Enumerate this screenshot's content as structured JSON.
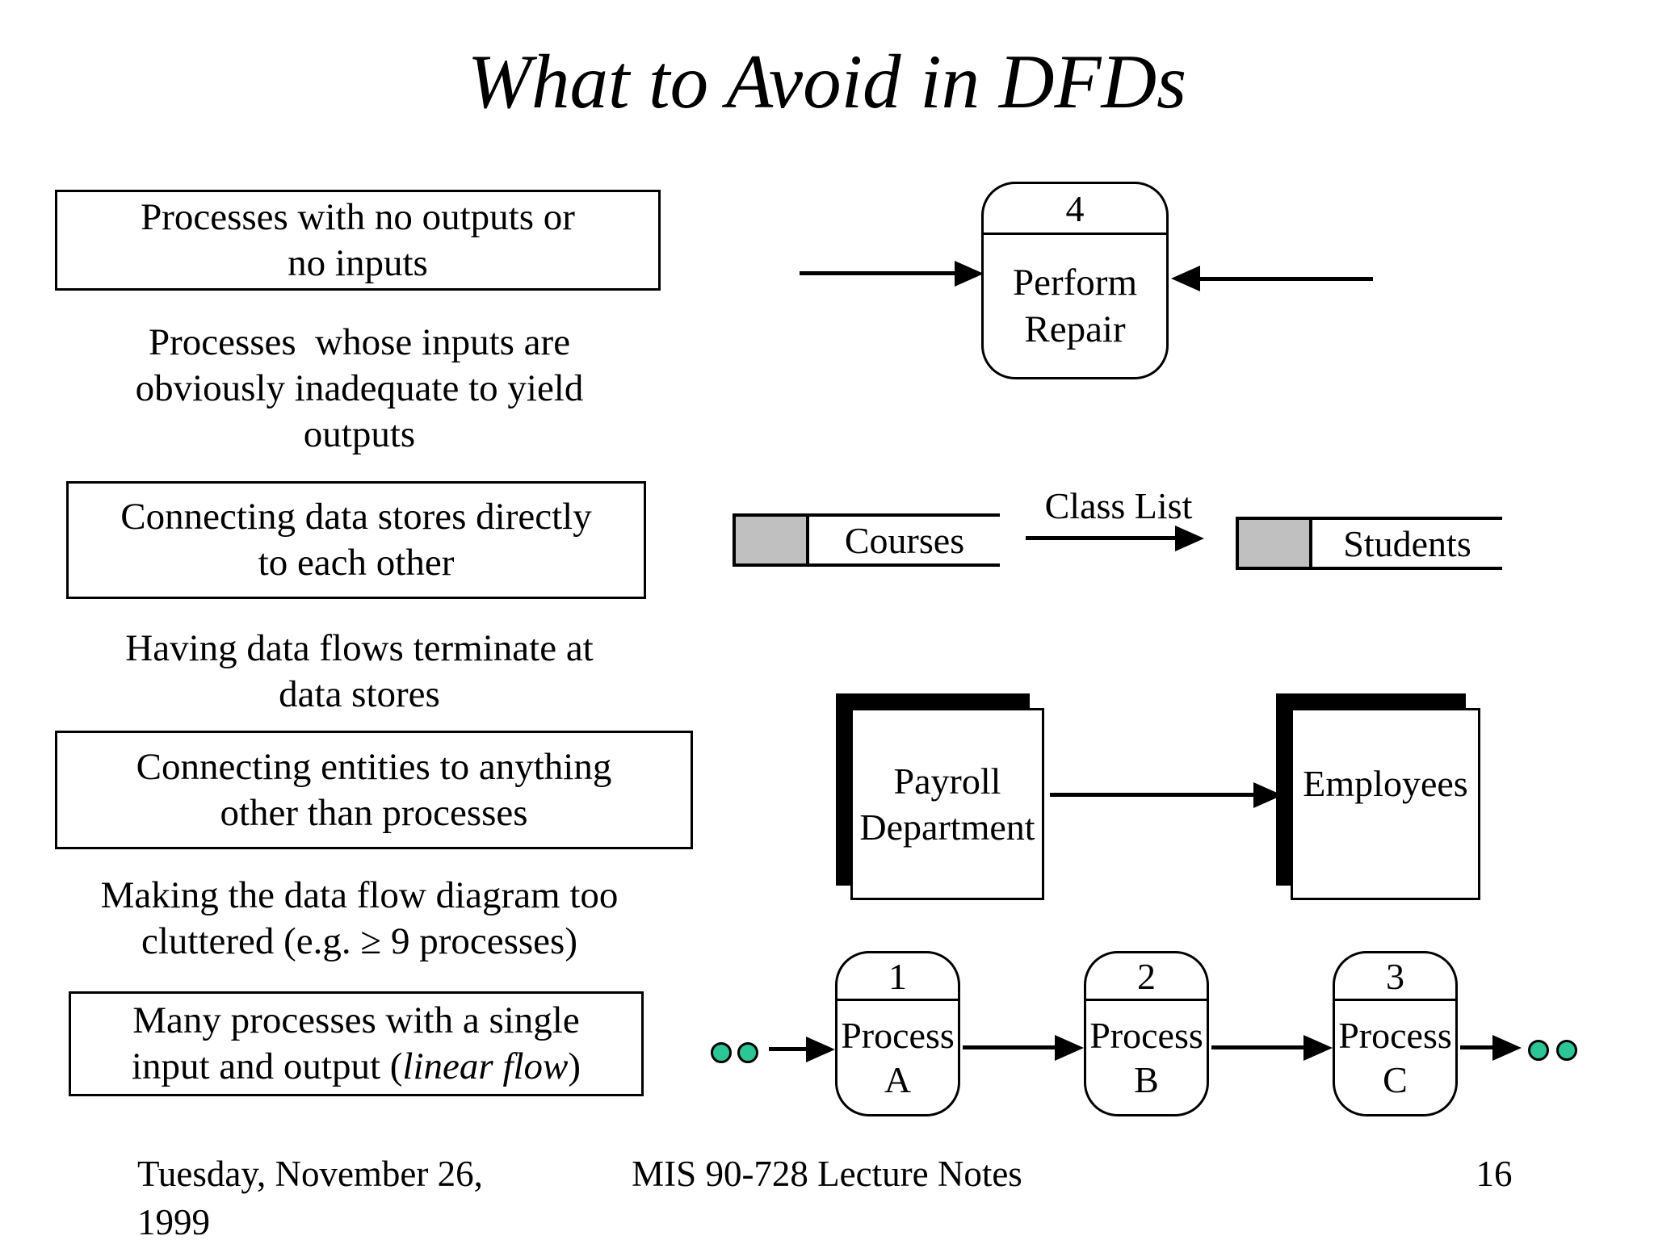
{
  "slide": {
    "title": "What to Avoid in DFDs",
    "footer": {
      "date_line1": "Tuesday, November 26,",
      "date_line2": "1999",
      "center": "MIS 90-728 Lecture Notes",
      "page_number": "16"
    }
  },
  "avoid_list": {
    "items": [
      {
        "boxed": true,
        "lines": [
          "Processes with no outputs or",
          "no inputs"
        ]
      },
      {
        "boxed": false,
        "lines": [
          "Processes  whose inputs are",
          "obviously inadequate to yield",
          "outputs"
        ]
      },
      {
        "boxed": true,
        "lines": [
          "Connecting data stores directly",
          "to each other"
        ]
      },
      {
        "boxed": false,
        "lines": [
          "Having data flows terminate at",
          "data stores"
        ]
      },
      {
        "boxed": true,
        "lines": [
          "Connecting entities to anything",
          "other than processes"
        ]
      },
      {
        "boxed": false,
        "lines": [
          "Making the data flow diagram too",
          "cluttered (e.g. ≥ 9 processes)"
        ]
      },
      {
        "boxed": true,
        "line1": "Many processes with a single",
        "line2_pre": "input and output (",
        "line2_italic": "linear flow",
        "line2_post": ")"
      }
    ]
  },
  "diagrams": {
    "repair_process": {
      "number": "4",
      "label_line1": "Perform",
      "label_line2": "Repair"
    },
    "datastore_example": {
      "store_left": "Courses",
      "flow_label": "Class List",
      "store_right": "Students"
    },
    "entity_example": {
      "entity_left_line1": "Payroll",
      "entity_left_line2": "Department",
      "entity_right": "Employees"
    },
    "linear_flow": {
      "processes": [
        {
          "number": "1",
          "label_line1": "Process",
          "label_line2": "A"
        },
        {
          "number": "2",
          "label_line1": "Process",
          "label_line2": "B"
        },
        {
          "number": "3",
          "label_line1": "Process",
          "label_line2": "C"
        }
      ]
    }
  },
  "colors": {
    "ink": "#000000",
    "background": "#ffffff",
    "source_sink_dot_green": "#2cc595",
    "datastore_key_gray": "#c0c0c0"
  }
}
